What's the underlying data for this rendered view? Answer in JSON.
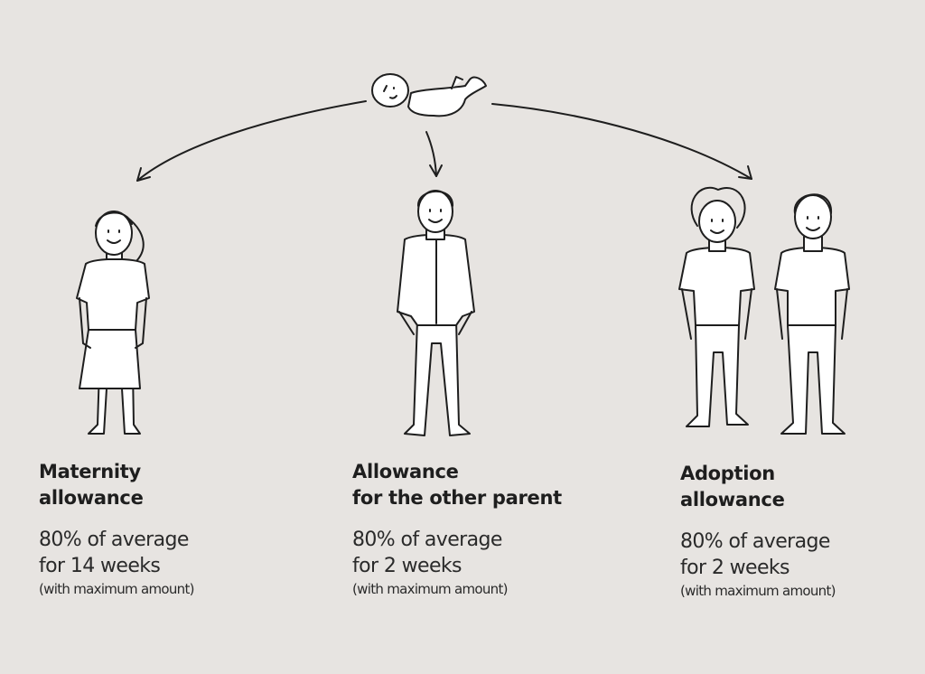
{
  "columns": [
    {
      "title_line1": "Maternity",
      "title_line2": "allowance",
      "body_line1": "80% of average",
      "body_line2": "for 14 weeks",
      "note": "(with maximum amount)"
    },
    {
      "title_line1": "Allowance",
      "title_line2": "for the other parent",
      "body_line1": "80% of average",
      "body_line2": "for 2 weeks",
      "note": "(with maximum amount)"
    },
    {
      "title_line1": "Adoption",
      "title_line2": "allowance",
      "body_line1": "80% of average",
      "body_line2": "for 2 weeks",
      "note": "(with maximum amount)"
    }
  ],
  "colors": {
    "background": "#e7e4e1",
    "ink": "#1e1e1e",
    "figure_fill": "#ffffff"
  }
}
